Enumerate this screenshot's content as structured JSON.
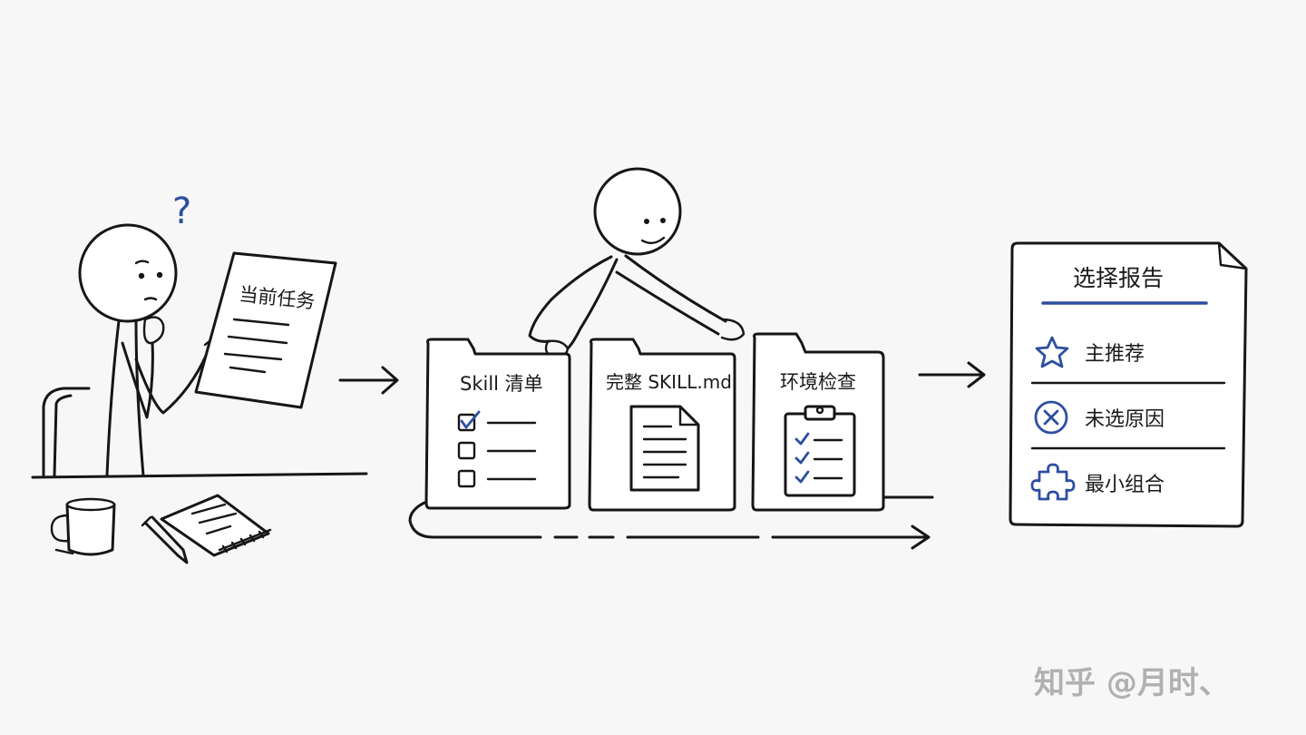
{
  "task_paper": {
    "title": "当前任务"
  },
  "confusion_mark": "?",
  "folders": [
    {
      "label": "Skill 清单",
      "icon": "checklist-icon"
    },
    {
      "label": "完整 SKILL.md",
      "icon": "document-icon"
    },
    {
      "label": "环境检查",
      "icon": "clipboard-icon"
    }
  ],
  "report": {
    "title": "选择报告",
    "items": [
      {
        "label": "主推荐",
        "icon": "star-icon"
      },
      {
        "label": "未选原因",
        "icon": "x-circle-icon"
      },
      {
        "label": "最小组合",
        "icon": "puzzle-icon"
      }
    ]
  },
  "watermark": "知乎 @月时、",
  "colors": {
    "ink": "#161616",
    "accent": "#2d4fa0",
    "background": "#f6f7f6"
  }
}
